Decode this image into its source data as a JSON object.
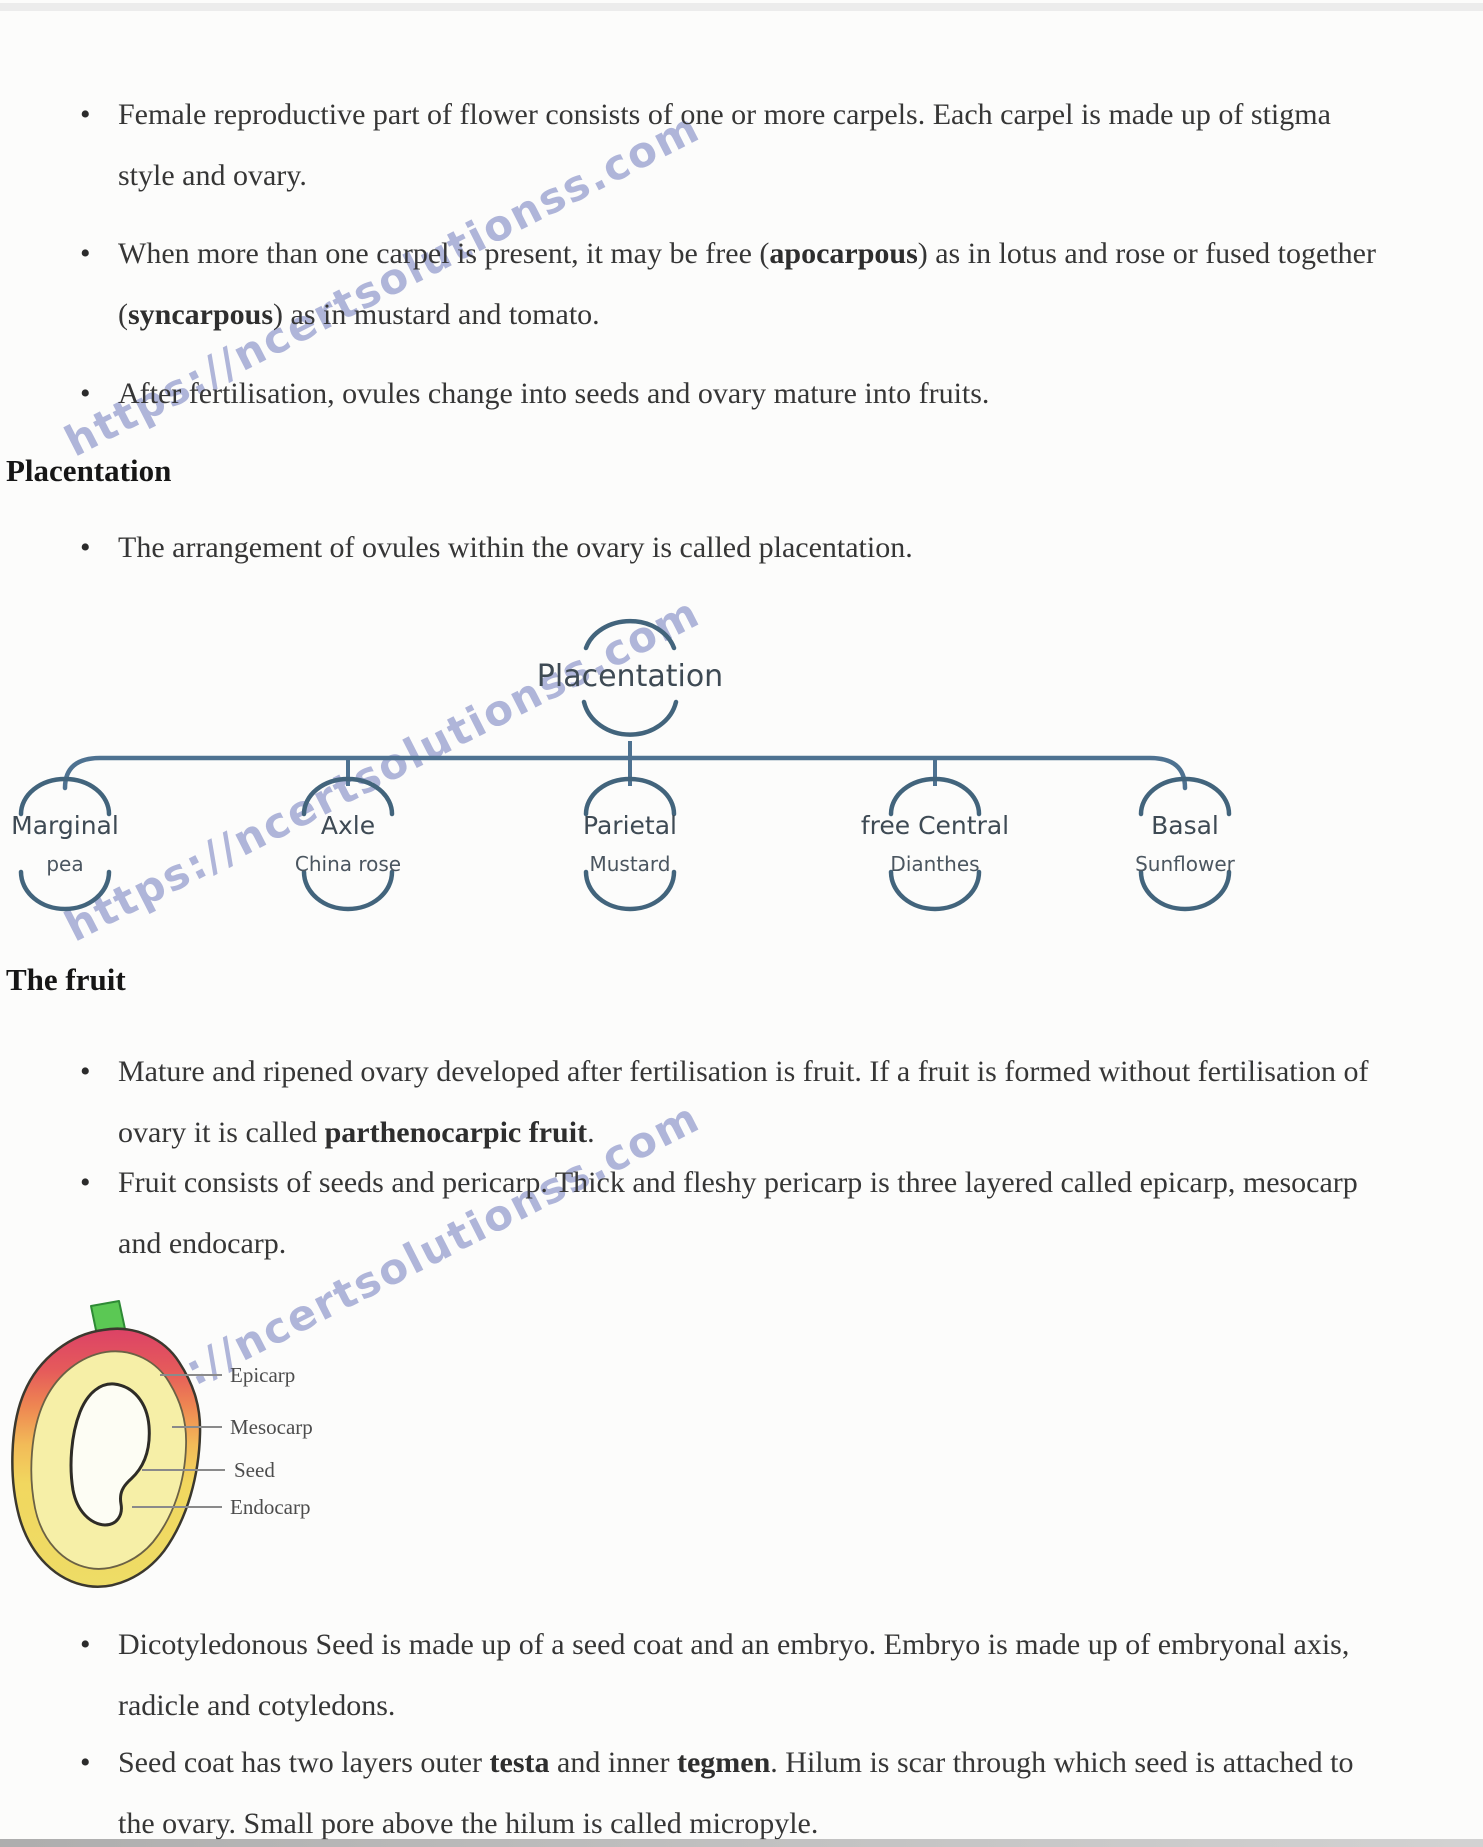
{
  "page": {
    "watermark": "https://ncertsolutionss.com"
  },
  "intro": {
    "b1": "Female reproductive part of flower consists of one or more carpels. Each carpel is made up of stigma style and ovary.",
    "b2": [
      "When more than one carpel is present, it may be free (",
      "apocarpous",
      ") as in lotus and rose or fused together (",
      "syncarpous",
      ") as in mustard and tomato."
    ],
    "b3": "After fertilisation, ovules change into seeds and ovary mature into fruits."
  },
  "placentation": {
    "heading": "Placentation",
    "bullet": "The arrangement of ovules within the ovary is called placentation.",
    "tree": {
      "root": "Placentation",
      "children": [
        {
          "label": "Marginal",
          "sub": "pea"
        },
        {
          "label": "Axle",
          "sub": "China rose"
        },
        {
          "label": "Parietal",
          "sub": "Mustard"
        },
        {
          "label": "free Central",
          "sub": "Dianthes"
        },
        {
          "label": "Basal",
          "sub": "Sunflower"
        }
      ]
    }
  },
  "fruit": {
    "heading": "The fruit",
    "b5": [
      "Mature and ripened ovary developed after fertilisation is fruit. If a fruit is formed without fertilisation of ovary it is called ",
      "parthenocarpic fruit",
      "."
    ],
    "b6": "Fruit consists of seeds and pericarp. Thick and fleshy pericarp is three layered called epicarp, mesocarp and endocarp.",
    "figure_labels": [
      "Epicarp",
      "Mesocarp",
      "Seed",
      "Endocarp"
    ]
  },
  "seed": {
    "b7": "Dicotyledonous Seed is made up of a seed coat and an embryo. Embryo is made up of embryonal axis, radicle and cotyledons.",
    "b8": [
      "Seed coat has two layers outer ",
      "testa",
      " and inner ",
      "tegmen",
      ". Hilum is scar through which seed is attached to the ovary. Small pore above the hilum is called micropyle."
    ]
  },
  "colors": {
    "body_text": "#363636",
    "watermark": "#919acc",
    "tree_line": "#4e7291",
    "tree_arc": "#42647c",
    "mango_red": "#dc4266",
    "mango_yellow": "#f0db62",
    "mango_flesh": "#f6efa7",
    "stem_green": "#5bc854"
  }
}
